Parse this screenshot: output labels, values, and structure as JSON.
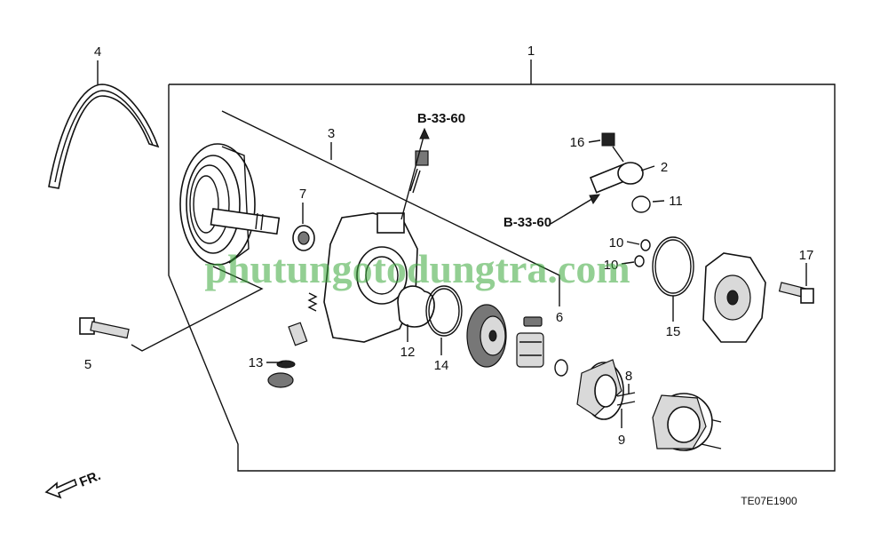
{
  "diagram": {
    "callouts": {
      "c1": "1",
      "c2": "2",
      "c3": "3",
      "c4": "4",
      "c5": "5",
      "c6": "6",
      "c7": "7",
      "c8": "8",
      "c9": "9",
      "c10a": "10",
      "c10b": "10",
      "c11": "11",
      "c12": "12",
      "c13": "13",
      "c14": "14",
      "c15": "15",
      "c16": "16",
      "c17": "17"
    },
    "references": {
      "top": "B-33-60",
      "middle": "B-33-60"
    },
    "direction_label": "FR.",
    "figure_code": "TE07E1900",
    "watermark": "phutungotodungtra.com"
  }
}
